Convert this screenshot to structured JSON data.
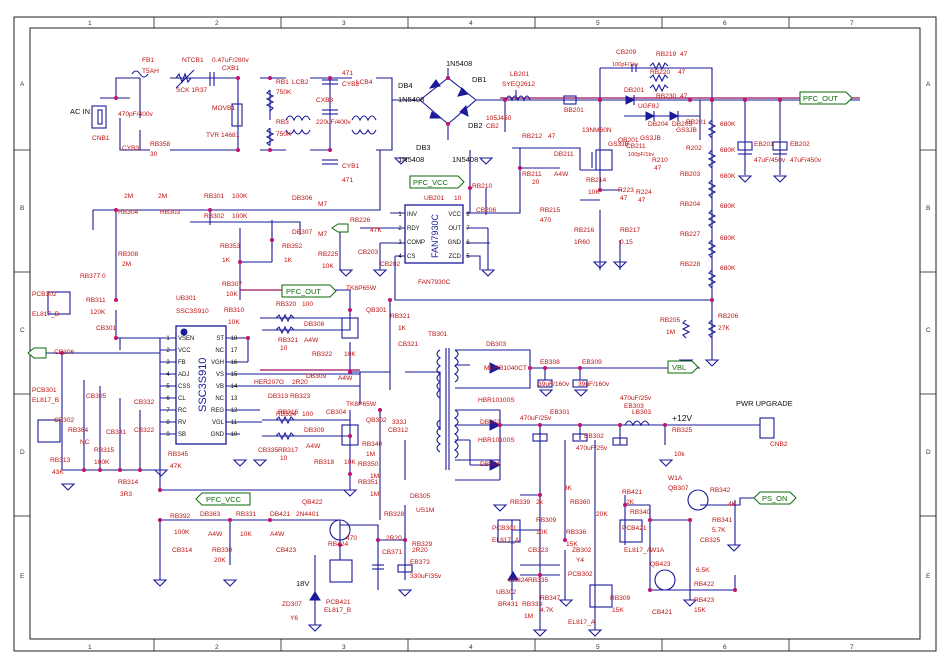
{
  "frame": {
    "columns": [
      "1",
      "2",
      "3",
      "4",
      "5",
      "6",
      "7"
    ],
    "rows": [
      "A",
      "B",
      "C",
      "D",
      "E"
    ]
  },
  "nets": {
    "pfc_out_1": "PFC_OUT",
    "pfc_out_2": "PFC_OUT",
    "pfc_vcc_1": "PFC_VCC",
    "pfc_vcc_2": "PFC_VCC",
    "vbl": "VBL",
    "ps_on": "PS_ON",
    "p12v": "+12V",
    "v18": "18V",
    "pwr_upgrade": "PWR UPGRADE"
  },
  "ics": {
    "ub301": {
      "ref": "UB301",
      "part": "SSC3S910",
      "part_vertical": "SSC3S910",
      "pins_left": [
        {
          "n": "1",
          "name": "VSEN"
        },
        {
          "n": "2",
          "name": "VCC"
        },
        {
          "n": "3",
          "name": "FB"
        },
        {
          "n": "4",
          "name": "ADJ"
        },
        {
          "n": "5",
          "name": "CSS"
        },
        {
          "n": "6",
          "name": "CL"
        },
        {
          "n": "7",
          "name": "RC"
        },
        {
          "n": "8",
          "name": "RV"
        },
        {
          "n": "9",
          "name": "SB"
        }
      ],
      "pins_right": [
        {
          "n": "18",
          "name": "ST"
        },
        {
          "n": "17",
          "name": "NC"
        },
        {
          "n": "16",
          "name": "VGH"
        },
        {
          "n": "15",
          "name": "VS"
        },
        {
          "n": "14",
          "name": "VB"
        },
        {
          "n": "13",
          "name": "NC"
        },
        {
          "n": "12",
          "name": "REG"
        },
        {
          "n": "11",
          "name": "VGL"
        },
        {
          "n": "10",
          "name": "GND"
        }
      ]
    },
    "ub201": {
      "ref": "UB201",
      "part": "FAN7930C",
      "part_vertical": "FAN7930C",
      "pins_left": [
        {
          "n": "1",
          "name": "INV"
        },
        {
          "n": "2",
          "name": "RDY"
        },
        {
          "n": "3",
          "name": "COMP"
        },
        {
          "n": "4",
          "name": "CS"
        }
      ],
      "pins_right": [
        {
          "n": "8",
          "name": "VCC"
        },
        {
          "n": "7",
          "name": "OUT"
        },
        {
          "n": "6",
          "name": "GND"
        },
        {
          "n": "5",
          "name": "ZCD"
        }
      ]
    }
  },
  "labels": [
    {
      "id": "fb1",
      "text": "FB1"
    },
    {
      "id": "t5ah",
      "text": "T5AH"
    },
    {
      "id": "ntcb1",
      "text": "NTCB1"
    },
    {
      "id": "sck",
      "text": "SCK 1R37"
    },
    {
      "id": "cxb1v",
      "text": "0.47uF/280v"
    },
    {
      "id": "cxb1",
      "text": "CXB1"
    },
    {
      "id": "movb1",
      "text": "MOVB1"
    },
    {
      "id": "tvr",
      "text": "TVR 14681"
    },
    {
      "id": "acin",
      "text": "AC IN"
    },
    {
      "id": "cnb1",
      "text": "CNB1"
    },
    {
      "id": "cyb3v",
      "text": "470pF/400v"
    },
    {
      "id": "cyb3",
      "text": "CYB3"
    },
    {
      "id": "rb358",
      "text": "RB358"
    },
    {
      "id": "rb358v",
      "text": "30"
    },
    {
      "id": "rb1",
      "text": "RB1"
    },
    {
      "id": "rb1v",
      "text": "750K"
    },
    {
      "id": "rb3",
      "text": "RB3"
    },
    {
      "id": "rb3v",
      "text": "750K"
    },
    {
      "id": "lcb2",
      "text": "LCB2"
    },
    {
      "id": "cyb2",
      "text": "CYB2"
    },
    {
      "id": "cyb2v",
      "text": "471"
    },
    {
      "id": "cxb3",
      "text": "CXB3"
    },
    {
      "id": "cxb3v",
      "text": "220uF/400v"
    },
    {
      "id": "cyb1",
      "text": "CYB1"
    },
    {
      "id": "cyb1v",
      "text": "471"
    },
    {
      "id": "lcb4",
      "text": "LCB4"
    },
    {
      "id": "n1n5408a",
      "text": "1N5408"
    },
    {
      "id": "n1n5408b",
      "text": "1N5408"
    },
    {
      "id": "n1n5408c",
      "text": "1N5408"
    },
    {
      "id": "n1n5408d",
      "text": "1N5408"
    },
    {
      "id": "db1",
      "text": "DB1"
    },
    {
      "id": "db2",
      "text": "DB2"
    },
    {
      "id": "db3",
      "text": "DB3"
    },
    {
      "id": "db4",
      "text": "DB4"
    },
    {
      "id": "lb201",
      "text": "LB201"
    },
    {
      "id": "syeq",
      "text": "SYEQ2612"
    },
    {
      "id": "cb2v",
      "text": "105J450"
    },
    {
      "id": "cb2",
      "text": "CB2"
    },
    {
      "id": "bb201",
      "text": "BB201"
    },
    {
      "id": "cb209",
      "text": "CB209"
    },
    {
      "id": "cb209v",
      "text": "100pF/1kv"
    },
    {
      "id": "rb219",
      "text": "RB219"
    },
    {
      "id": "rb219v",
      "text": "47"
    },
    {
      "id": "rb220",
      "text": "RB220"
    },
    {
      "id": "rb220v",
      "text": "47"
    },
    {
      "id": "rb230",
      "text": "RB230"
    },
    {
      "id": "rb230v",
      "text": "47"
    },
    {
      "id": "db201",
      "text": "DB201"
    },
    {
      "id": "ugf8j",
      "text": "UGF8J"
    },
    {
      "id": "db204",
      "text": "DB204"
    },
    {
      "id": "db205",
      "text": "DB205"
    },
    {
      "id": "gs3jb1",
      "text": "GS3JB"
    },
    {
      "id": "gs3jb2",
      "text": "GS3JB"
    },
    {
      "id": "gs3jb3",
      "text": "GS3JB"
    },
    {
      "id": "rb201",
      "text": "RB201"
    },
    {
      "id": "rb201v",
      "text": "680K"
    },
    {
      "id": "r202",
      "text": "R202"
    },
    {
      "id": "r202v",
      "text": "680K"
    },
    {
      "id": "rb203",
      "text": "RB203"
    },
    {
      "id": "rb203v",
      "text": "680K"
    },
    {
      "id": "rb204",
      "text": "RB204"
    },
    {
      "id": "rb204v",
      "text": "680K"
    },
    {
      "id": "rb227",
      "text": "RB227"
    },
    {
      "id": "rb227v",
      "text": "680K"
    },
    {
      "id": "rb228",
      "text": "RB228"
    },
    {
      "id": "rb228v",
      "text": "680K"
    },
    {
      "id": "rb206",
      "text": "RB206"
    },
    {
      "id": "rb206v",
      "text": "27K"
    },
    {
      "id": "rb205",
      "text": "RB205"
    },
    {
      "id": "rb205v",
      "text": "1M"
    },
    {
      "id": "eb201",
      "text": "EB201"
    },
    {
      "id": "eb201v",
      "text": "47uF/450v"
    },
    {
      "id": "eb202",
      "text": "EB202"
    },
    {
      "id": "eb202v",
      "text": "47uF/450v"
    },
    {
      "id": "qb201",
      "text": "QB201"
    },
    {
      "id": "qb201v",
      "text": "13NM60N"
    },
    {
      "id": "cb211",
      "text": "CB211"
    },
    {
      "id": "cb211v",
      "text": "100pF/1kv"
    },
    {
      "id": "rb210b",
      "text": "R210"
    },
    {
      "id": "rb210v",
      "text": "47"
    },
    {
      "id": "rb223",
      "text": "R223"
    },
    {
      "id": "rb223v",
      "text": "47"
    },
    {
      "id": "rb224",
      "text": "R224"
    },
    {
      "id": "rb224v",
      "text": "47"
    },
    {
      "id": "rb212",
      "text": "RB212"
    },
    {
      "id": "rb212v",
      "text": "47"
    },
    {
      "id": "rb211",
      "text": "RB211"
    },
    {
      "id": "rb211v",
      "text": "20"
    },
    {
      "id": "db211",
      "text": "DB211"
    },
    {
      "id": "a4w1",
      "text": "A4W"
    },
    {
      "id": "rb214",
      "text": "RB214"
    },
    {
      "id": "rb214v",
      "text": "10K"
    },
    {
      "id": "rb215",
      "text": "RB215"
    },
    {
      "id": "rb215v",
      "text": "470"
    },
    {
      "id": "rb216",
      "text": "RB216"
    },
    {
      "id": "rb216v",
      "text": "1R60"
    },
    {
      "id": "rb217",
      "text": "RB217"
    },
    {
      "id": "rb217v",
      "text": "0.15"
    },
    {
      "id": "rb210",
      "text": "RB210"
    },
    {
      "id": "cb206",
      "text": "CB206"
    },
    {
      "id": "rb226",
      "text": "RB226"
    },
    {
      "id": "rb226v",
      "text": "47K"
    },
    {
      "id": "rb225",
      "text": "RB225"
    },
    {
      "id": "rb225v",
      "text": "10K"
    },
    {
      "id": "cb203",
      "text": "CB203"
    },
    {
      "id": "cb202",
      "text": "CB202"
    },
    {
      "id": "fan_label",
      "text": "FAN7930C"
    },
    {
      "id": "pin10",
      "text": "10"
    },
    {
      "id": "rb304",
      "text": "RB304"
    },
    {
      "id": "rb304v",
      "text": "2M"
    },
    {
      "id": "rb303",
      "text": "RB303"
    },
    {
      "id": "rb303v",
      "text": "2M"
    },
    {
      "id": "rb301",
      "text": "RB301"
    },
    {
      "id": "rb301v",
      "text": "100K"
    },
    {
      "id": "rb302",
      "text": "RB302"
    },
    {
      "id": "rb302v",
      "text": "100K"
    },
    {
      "id": "db306",
      "text": "DB306"
    },
    {
      "id": "m7a",
      "text": "M7"
    },
    {
      "id": "db307",
      "text": "DB307"
    },
    {
      "id": "m7b",
      "text": "M7"
    },
    {
      "id": "rb353",
      "text": "RB353"
    },
    {
      "id": "rb353v",
      "text": "1K"
    },
    {
      "id": "rb352",
      "text": "RB352"
    },
    {
      "id": "rb352v",
      "text": "1K"
    },
    {
      "id": "rb308",
      "text": "RB308"
    },
    {
      "id": "rb308v",
      "text": "2M"
    },
    {
      "id": "rb307",
      "text": "RB307"
    },
    {
      "id": "rb307v",
      "text": "10K"
    },
    {
      "id": "rb310",
      "text": "RB310"
    },
    {
      "id": "rb310v",
      "text": "10K"
    },
    {
      "id": "rb377",
      "text": "RB377"
    },
    {
      "id": "rb377v",
      "text": "0"
    },
    {
      "id": "pcb302a",
      "text": "PCB302"
    },
    {
      "id": "el817b1",
      "text": "EL817_B"
    },
    {
      "id": "rb311",
      "text": "RB311"
    },
    {
      "id": "rb311v",
      "text": "120K"
    },
    {
      "id": "cb301",
      "text": "CB301"
    },
    {
      "id": "cb306",
      "text": "CB306"
    },
    {
      "id": "pcb301a",
      "text": "PCB301"
    },
    {
      "id": "el817b2",
      "text": "EL817_B"
    },
    {
      "id": "cb302",
      "text": "CB302"
    },
    {
      "id": "rb364",
      "text": "RB364"
    },
    {
      "id": "nc1",
      "text": "NC"
    },
    {
      "id": "cb305",
      "text": "CB305"
    },
    {
      "id": "rb315",
      "text": "RB315"
    },
    {
      "id": "rb315v",
      "text": "100K"
    },
    {
      "id": "cb331",
      "text": "CB331"
    },
    {
      "id": "cb332",
      "text": "CB332"
    },
    {
      "id": "cb322",
      "text": "CB322"
    },
    {
      "id": "rb313",
      "text": "RB313"
    },
    {
      "id": "rb313v",
      "text": "43K"
    },
    {
      "id": "rb314",
      "text": "RB314"
    },
    {
      "id": "rb314v",
      "text": "3R3"
    },
    {
      "id": "rb345",
      "text": "RB345"
    },
    {
      "id": "rb345v",
      "text": "47K"
    },
    {
      "id": "rb320",
      "text": "RB320"
    },
    {
      "id": "rb320v",
      "text": "100"
    },
    {
      "id": "rb321",
      "text": "RB321"
    },
    {
      "id": "rb321v",
      "text": "10"
    },
    {
      "id": "db308",
      "text": "DB308"
    },
    {
      "id": "a4w2",
      "text": "A4W"
    },
    {
      "id": "rb322",
      "text": "RB322"
    },
    {
      "id": "rb322v",
      "text": "10K"
    },
    {
      "id": "qb301",
      "text": "QB301"
    },
    {
      "id": "tk1",
      "text": "TK8P65W"
    },
    {
      "id": "tk2",
      "text": "TK8P65W"
    },
    {
      "id": "her207g",
      "text": "HER207G"
    },
    {
      "id": "r2r20",
      "text": "2R20"
    },
    {
      "id": "db309",
      "text": "DB309"
    },
    {
      "id": "a4w3",
      "text": "A4W"
    },
    {
      "id": "db313",
      "text": "DB313"
    },
    {
      "id": "rb323",
      "text": "RB323"
    },
    {
      "id": "rb316",
      "text": "RB316"
    },
    {
      "id": "cb304",
      "text": "CB304"
    },
    {
      "id": "rb324",
      "text": "RB324"
    },
    {
      "id": "rb324v",
      "text": "100"
    },
    {
      "id": "rb317",
      "text": "RB317"
    },
    {
      "id": "rb317v",
      "text": "10"
    },
    {
      "id": "db309b",
      "text": "DB309"
    },
    {
      "id": "a4w4",
      "text": "A4W"
    },
    {
      "id": "rb318",
      "text": "RB318"
    },
    {
      "id": "rb318v",
      "text": "10K"
    },
    {
      "id": "cb335",
      "text": "CB335"
    },
    {
      "id": "qb302",
      "text": "QB302"
    },
    {
      "id": "rb321b",
      "text": "RB321"
    },
    {
      "id": "rb321bv",
      "text": "1K"
    },
    {
      "id": "cb321",
      "text": "CB321"
    },
    {
      "id": "rb340",
      "text": "RB340"
    },
    {
      "id": "rb340v",
      "text": "1M"
    },
    {
      "id": "cb312",
      "text": "CB312"
    },
    {
      "id": "cb312v",
      "text": "333J"
    },
    {
      "id": "rb350",
      "text": "RB350"
    },
    {
      "id": "rb350v",
      "text": "1M"
    },
    {
      "id": "rb351",
      "text": "RB351"
    },
    {
      "id": "rb351v",
      "text": "1M"
    },
    {
      "id": "tb301",
      "text": "TB301"
    },
    {
      "id": "db303",
      "text": "DB303"
    },
    {
      "id": "murb",
      "text": "MURB1040CT"
    },
    {
      "id": "eb308",
      "text": "EB308"
    },
    {
      "id": "eb308v",
      "text": "39uF/160v"
    },
    {
      "id": "eb309",
      "text": "EB309"
    },
    {
      "id": "eb309v",
      "text": "39uF/160v"
    },
    {
      "id": "hbr1",
      "text": "HBR10100S"
    },
    {
      "id": "db302",
      "text": "DB302"
    },
    {
      "id": "hbr2",
      "text": "HBR10100S"
    },
    {
      "id": "db301",
      "text": "DB301"
    },
    {
      "id": "eb301",
      "text": "EB301"
    },
    {
      "id": "eb301v",
      "text": "470uF/25v"
    },
    {
      "id": "eb302",
      "text": "EB302"
    },
    {
      "id": "eb302v",
      "text": "470uF/25v"
    },
    {
      "id": "lb303",
      "text": "LB303"
    },
    {
      "id": "eb303",
      "text": "EB303"
    },
    {
      "id": "eb303v",
      "text": "470uF/25v"
    },
    {
      "id": "rb325",
      "text": "RB325"
    },
    {
      "id": "rb325v",
      "text": "10k"
    },
    {
      "id": "cnb2",
      "text": "CNB2"
    },
    {
      "id": "db305",
      "text": "DB305"
    },
    {
      "id": "us1m",
      "text": "US1M"
    },
    {
      "id": "rb328",
      "text": "RB328"
    },
    {
      "id": "rb328v",
      "text": "2R20"
    },
    {
      "id": "rb329",
      "text": "RB329"
    },
    {
      "id": "rb329v",
      "text": "2R20"
    },
    {
      "id": "cb371",
      "text": "CB371"
    },
    {
      "id": "eb373",
      "text": "EB373"
    },
    {
      "id": "eb373v",
      "text": "330uF/35v"
    },
    {
      "id": "rb392",
      "text": "RB392"
    },
    {
      "id": "rb392v",
      "text": "100K"
    },
    {
      "id": "db363",
      "text": "DB363"
    },
    {
      "id": "a4w5",
      "text": "A4W"
    },
    {
      "id": "rb331",
      "text": "RB331"
    },
    {
      "id": "rb331v",
      "text": "10K"
    },
    {
      "id": "db421",
      "text": "DB421"
    },
    {
      "id": "a4w6",
      "text": "A4W"
    },
    {
      "id": "qb422",
      "text": "QB422"
    },
    {
      "id": "q2n4401",
      "text": "2N4401"
    },
    {
      "id": "rb424",
      "text": "RB424"
    },
    {
      "id": "rb424v",
      "text": "470"
    },
    {
      "id": "rb330",
      "text": "RB330"
    },
    {
      "id": "rb330v",
      "text": "20K"
    },
    {
      "id": "cb314",
      "text": "CB314"
    },
    {
      "id": "cb423",
      "text": "CB423"
    },
    {
      "id": "pcb421",
      "text": "PCB421"
    },
    {
      "id": "el817b3",
      "text": "EL817_B"
    },
    {
      "id": "zd307",
      "text": "ZD307"
    },
    {
      "id": "y6",
      "text": "Y6"
    },
    {
      "id": "rb339",
      "text": "RB339"
    },
    {
      "id": "rb339v",
      "text": "2k"
    },
    {
      "id": "rb309",
      "text": "RB309"
    },
    {
      "id": "rb309v",
      "text": "10K"
    },
    {
      "id": "rb360",
      "text": "RB360"
    },
    {
      "id": "rb360v",
      "text": "3K"
    },
    {
      "id": "rb336",
      "text": "RB336"
    },
    {
      "id": "rb336v",
      "text": "15K"
    },
    {
      "id": "pcb301b",
      "text": "PCB301"
    },
    {
      "id": "el817a1",
      "text": "EL817_A"
    },
    {
      "id": "cb323",
      "text": "CB323"
    },
    {
      "id": "cb324",
      "text": "CB324"
    },
    {
      "id": "rb335",
      "text": "RB335"
    },
    {
      "id": "ub302",
      "text": "UB302"
    },
    {
      "id": "br431",
      "text": "BR431"
    },
    {
      "id": "rb333",
      "text": "RB333"
    },
    {
      "id": "rb333v",
      "text": "1M"
    },
    {
      "id": "rb347",
      "text": "RB347"
    },
    {
      "id": "rb347v",
      "text": "4.7K"
    },
    {
      "id": "zb302",
      "text": "ZB302"
    },
    {
      "id": "y4",
      "text": "Y4"
    },
    {
      "id": "pcb302b",
      "text": "PCB302"
    },
    {
      "id": "el817a2",
      "text": "EL817_A"
    },
    {
      "id": "rb309b",
      "text": "RB309"
    },
    {
      "id": "rb309bv",
      "text": "15K"
    },
    {
      "id": "rb421",
      "text": "RB421"
    },
    {
      "id": "rb421v",
      "text": "2K"
    },
    {
      "id": "rb340b",
      "text": "RB340"
    },
    {
      "id": "r20k",
      "text": "20K"
    },
    {
      "id": "pcb421b",
      "text": "PCB421"
    },
    {
      "id": "el817a3",
      "text": "EL817_A"
    },
    {
      "id": "qb423",
      "text": "QB423"
    },
    {
      "id": "w1a1",
      "text": "W1A"
    },
    {
      "id": "cb421",
      "text": "CB421"
    },
    {
      "id": "w1a2",
      "text": "W1A"
    },
    {
      "id": "qb307",
      "text": "QB307"
    },
    {
      "id": "rb342",
      "text": "RB342"
    },
    {
      "id": "rb342v",
      "text": "4K"
    },
    {
      "id": "rb341",
      "text": "RB341"
    },
    {
      "id": "rb341v",
      "text": "5.7K"
    },
    {
      "id": "cb325",
      "text": "CB325"
    },
    {
      "id": "rb422",
      "text": "RB422"
    },
    {
      "id": "rb422v",
      "text": "6.5K"
    },
    {
      "id": "rb423",
      "text": "RB423"
    },
    {
      "id": "rb423v",
      "text": "15K"
    }
  ]
}
